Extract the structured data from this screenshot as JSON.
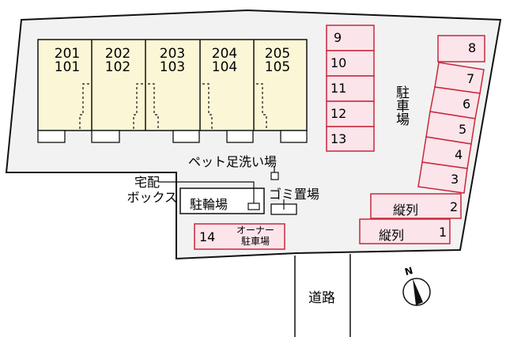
{
  "colors": {
    "lot_fill": "#f2f2f2",
    "building_fill": "#fbf7d6",
    "parking_fill": "#fbe4ea",
    "parking_stroke": "#c8283c",
    "line": "#111111"
  },
  "building": {
    "units": [
      {
        "upper": "201",
        "lower": "101"
      },
      {
        "upper": "202",
        "lower": "102"
      },
      {
        "upper": "203",
        "lower": "103"
      },
      {
        "upper": "204",
        "lower": "104"
      },
      {
        "upper": "205",
        "lower": "105"
      }
    ]
  },
  "parking": {
    "label": "駐車場",
    "left_column": [
      "9",
      "10",
      "11",
      "12",
      "13"
    ],
    "angled_column": [
      "7",
      "6",
      "5",
      "4",
      "3"
    ],
    "slot_8": "8",
    "tandem": [
      {
        "label": "縦列",
        "number": "2"
      },
      {
        "label": "縦列",
        "number": "1"
      }
    ],
    "owner_slot": {
      "number": "14",
      "label_line1": "オーナー",
      "label_line2": "駐車場"
    }
  },
  "facilities": {
    "pet_wash": "ペット足洗い場",
    "garbage": "ゴミ置場",
    "bicycle": "駐輪場",
    "delivery_box_line1": "宅配",
    "delivery_box_line2": "ボックス"
  },
  "road": {
    "label": "道路"
  },
  "compass": {
    "label": "N"
  }
}
